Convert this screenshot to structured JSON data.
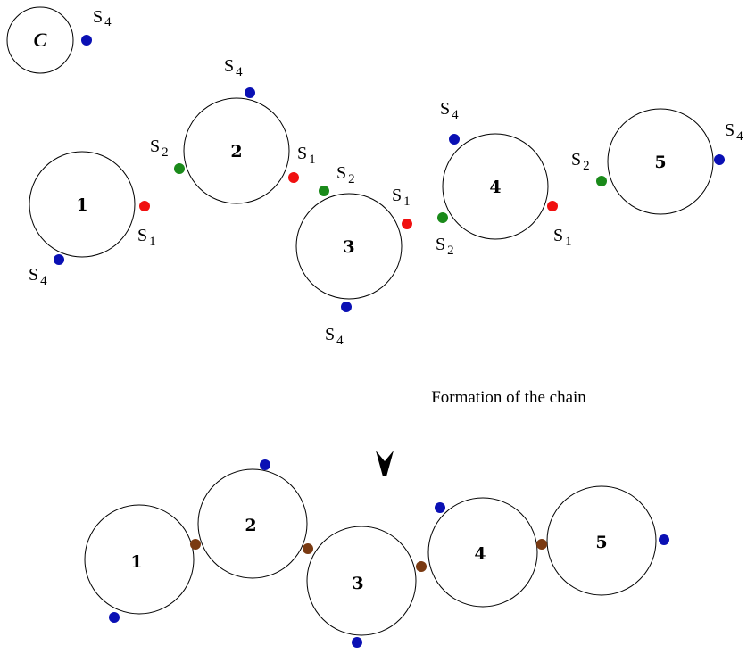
{
  "colors": {
    "s4": "#0a10b4",
    "s1": "#f01010",
    "s2": "#1a8a1a",
    "bond": "#7a3a12",
    "stroke": "#000000",
    "arrow": "#000000"
  },
  "site_labels": {
    "s1": "S",
    "s1_sub": "1",
    "s2": "S",
    "s2_sub": "2",
    "s4": "S",
    "s4_sub": "4"
  },
  "caption": "Formation of the chain",
  "top": {
    "template": {
      "label": "C"
    },
    "particles": [
      {
        "label": "1"
      },
      {
        "label": "2"
      },
      {
        "label": "3"
      },
      {
        "label": "4"
      },
      {
        "label": "5"
      }
    ]
  },
  "bottom": {
    "particles": [
      {
        "label": "1"
      },
      {
        "label": "2"
      },
      {
        "label": "3"
      },
      {
        "label": "4"
      },
      {
        "label": "5"
      }
    ]
  }
}
